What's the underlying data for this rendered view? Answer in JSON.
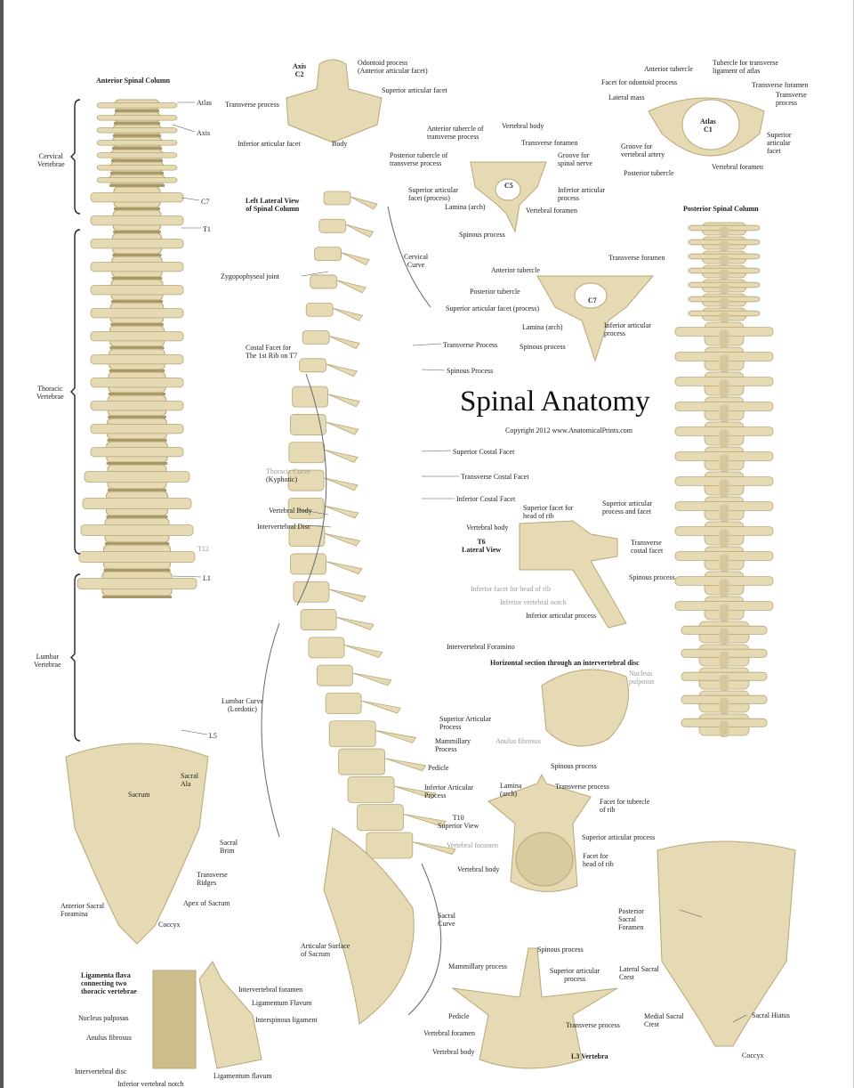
{
  "poster": {
    "title": "Spinal Anatomy",
    "copyright": "Copyright 2012 www.AnatomicalPrints.com",
    "bone_color": "#e6dab4",
    "bone_shadow": "#b7a676"
  },
  "anterior": {
    "title": "Anterior Spinal Column",
    "atlas": "Atlas",
    "axis": "Axis",
    "c7": "C7",
    "t1": "T1",
    "t12": "T12",
    "l1": "L1",
    "l5": "L5",
    "cervical": "Cervical\nVertebrae",
    "thoracic": "Thoracic\nVertebrae",
    "lumbar": "Lumbar\nVertebrae",
    "sacral_ala": "Sacral\nAla",
    "sacrum": "Sacrum",
    "sacral_brim": "Sacral\nBrim",
    "transverse_ridges": "Transverse\nRidges",
    "anterior_sacral_foramina": "Anterior Sacral\nForamina",
    "apex": "Apex of Sacrum",
    "coccyx": "Coccyx"
  },
  "axis_c2": {
    "title": "Axis\nC2",
    "odontoid": "Odontoid process\n(Anterior articular facet)",
    "superior_facet": "Superior articular facet",
    "transverse": "Transverse process",
    "inferior_facet": "Inferior articular facet",
    "body": "Body"
  },
  "lateral": {
    "title": "Left Lateral View\nof Spinal Column",
    "zygo": "Zygopophyseal joint",
    "costal_facet": "Costal Facet for\nThe 1st Rib on T7",
    "cervical_curve": "Cervical\nCurve",
    "transverse": "Transverse Process",
    "spinous": "Spinous Process",
    "thoracic_curve": "Thoracic Curve",
    "kyphotic": "(Kyphotic)",
    "vertebral_body": "Vertebral Body",
    "disc": "Intervertebral Disc",
    "sup_costal": "Superior Costal Facet",
    "trans_costal": "Transverse Costal Facet",
    "inf_costal": "Inferior Costal Facet",
    "foramina": "Intervertebral Foramino",
    "lumbar_curve": "Lumbar Curve\n(Lordotic)",
    "sup_articular": "Superior Articular\nProcess",
    "mammillary": "Mammillary\nProcess",
    "pedicle": "Pedicle",
    "inf_articular": "Inferior Articular\nProcess",
    "sacral_curve": "Sacral\nCurve",
    "articular_surface": "Articular Surface\nof Sacrum"
  },
  "c5": {
    "label": "C5",
    "ant_tubercle": "Anterior tubercle of\ntransverse process",
    "body": "Vertebral body",
    "transverse_foramen": "Transverse foramen",
    "post_tubercle": "Posterior tubercle of\ntransverse process",
    "groove": "Groove for\nspinal nerve",
    "sup_facet": "Superior articular\nfacet (process)",
    "inf_process": "Inferior articular\nprocess",
    "lamina": "Lamina (arch)",
    "foramen": "Vertebral foramen",
    "spinous": "Spinous process"
  },
  "atlas_c1": {
    "label": "Atlas\nC1",
    "ant_tubercle": "Anterior tubercle",
    "tubercle_ligament": "Tubercle for transverse\nligament of atlas",
    "facet_odontoid": "Facet for odontoid process",
    "transverse_foramen": "Transverse foramen",
    "lateral_mass": "Lateral mass",
    "transverse_process": "Transverse\nprocess",
    "groove": "Groove for\nvertebral artery",
    "sup_facet": "Superior\narticular\nfacet",
    "foramen": "Vertebral foramen",
    "post_tubercle": "Posterior tubercle"
  },
  "posterior": {
    "title": "Posterior Spinal Column",
    "post_foramen": "Posterior\nSacral\nForamen",
    "lateral_crest": "Lateral Sacral\nCrest",
    "medial_crest": "Medial Sacral\nCrest",
    "hiatus": "Sacral Hiatus",
    "coccyx": "Coccyx"
  },
  "c7": {
    "label": "C7",
    "transverse_foramen": "Transverse foramen",
    "ant_tubercle": "Anterior tubercle",
    "post_tubercle": "Posterior tubercle",
    "sup_facet": "Superior articular facet (process)",
    "lamina": "Lamina (arch)",
    "inf_process": "Inferior articular\nprocess",
    "spinous": "Spinous process"
  },
  "t6": {
    "title": "T6\nLateral View",
    "sup_facet_rib": "Superior facet for\nhead of rib",
    "sup_articular": "Superior articular\nprocess and facet",
    "body": "Vertebral body",
    "trans_costal": "Transverse\ncostal facet",
    "spinous": "Spinous process",
    "inf_facet_rib": "Inferior facet for head of rib",
    "inf_notch": "Inferior vertebral notch",
    "inf_articular": "Inferior articular process"
  },
  "disc_section": {
    "title": "Horizontal section through an intervertebral disc",
    "nucleus": "Nucleus\npulposus",
    "anulus": "Anulus fibrosus"
  },
  "t10": {
    "title": "T10\nSuperior View",
    "spinous": "Spinous process",
    "lamina": "Lamina\n(arch)",
    "transverse": "Transverse process",
    "facet_tubercle": "Facet for tubercle\nof rib",
    "sup_articular": "Superior articular process",
    "foramen": "Vertebral foramen",
    "facet_head": "Facet for\nhead of rib",
    "body": "Vertebral body"
  },
  "l3": {
    "title": "L3 Vertebra",
    "spinous": "Spinous process",
    "mammillary": "Mammillary process",
    "sup_articular": "Superior articular\nprocess",
    "pedicle": "Pedicle",
    "transverse": "Transverse process",
    "foramen": "Vertebral foramen",
    "body": "Vertebral body"
  },
  "ligamenta": {
    "title": "Ligamenta flava\nconnecting two\nthoracic vertebrae",
    "iv_foramen": "Intervertebral foramen",
    "lig_flavum_upper": "Ligamentum Flavum",
    "interspinous": "Interspinous ligament",
    "nucleus": "Nucleus pulposus",
    "anulus": "Anulus fibrosus",
    "iv_disc": "Intervertebral disc",
    "lig_flavum_lower": "Ligamentum flavum",
    "inf_notch": "Inferior vertebral notch"
  }
}
